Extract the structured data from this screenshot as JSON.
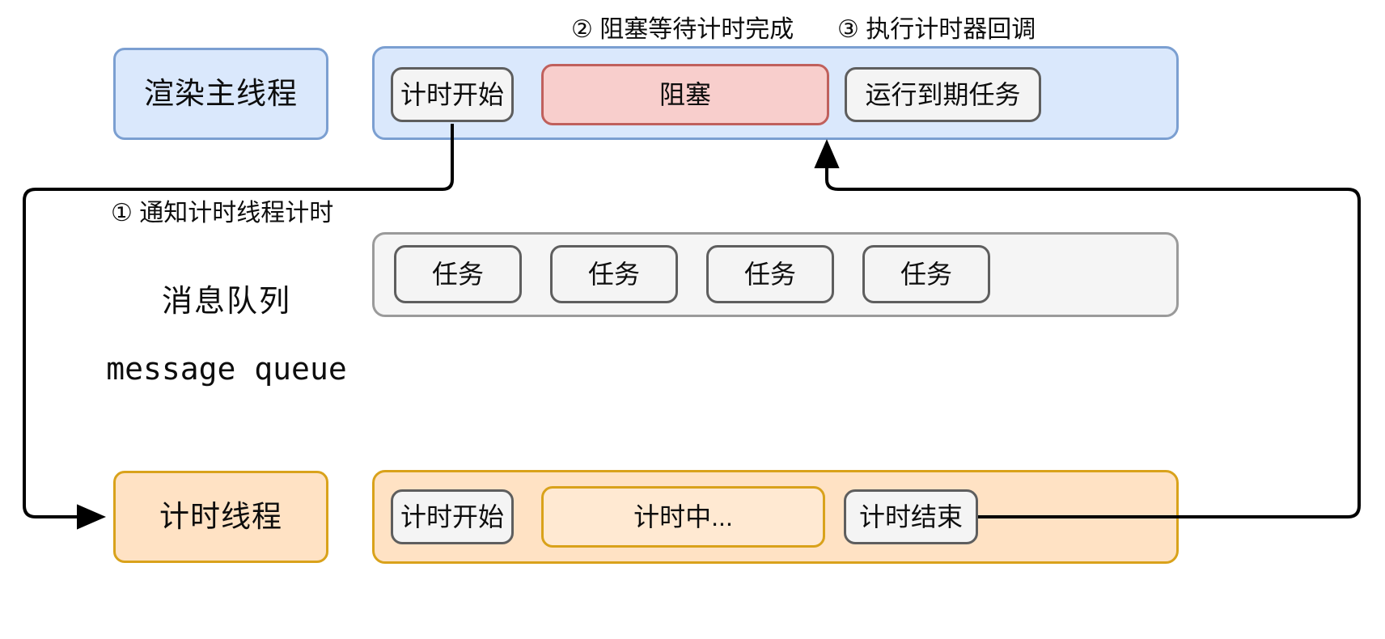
{
  "diagram": {
    "annotations": [
      {
        "id": "step1",
        "text": "① 通知计时线程计时"
      },
      {
        "id": "step2",
        "text": "② 阻塞等待计时完成"
      },
      {
        "id": "step3",
        "text": "③ 执行计时器回调"
      }
    ],
    "lanes": [
      {
        "id": "render-main-thread",
        "label": "渲染主线程",
        "label_theme": "#dae8fc",
        "track_theme": "#dae8fc",
        "items": [
          {
            "label": "计时开始",
            "theme": "gray"
          },
          {
            "label": "阻塞",
            "theme": "pink"
          },
          {
            "label": "运行到期任务",
            "theme": "gray"
          }
        ]
      },
      {
        "id": "message-queue",
        "label_cn": "消息队列",
        "label_en": "message queue",
        "track_theme": "#f5f5f5",
        "items": [
          {
            "label": "任务",
            "theme": "gray"
          },
          {
            "label": "任务",
            "theme": "gray"
          },
          {
            "label": "任务",
            "theme": "gray"
          },
          {
            "label": "任务",
            "theme": "gray"
          }
        ]
      },
      {
        "id": "timer-thread",
        "label": "计时线程",
        "label_theme": "#ffe2c4",
        "track_theme": "#ffe2c4",
        "items": [
          {
            "label": "计时开始",
            "theme": "gray"
          },
          {
            "label": "计时中...",
            "theme": "orange"
          },
          {
            "label": "计时结束",
            "theme": "gray"
          }
        ]
      }
    ],
    "colors": {
      "blue_fill": "#dae8fc",
      "blue_border": "#7b9fd1",
      "pink_fill": "#f8cecc",
      "pink_border": "#c0605c",
      "gray_fill": "#f4f4f4",
      "gray_border": "#5e5e5e",
      "queue_fill": "#f5f5f5",
      "queue_border": "#9a9a9a",
      "orange_fill": "#ffe2c4",
      "orange_border": "#d9a21b",
      "wire": "#000000"
    }
  }
}
